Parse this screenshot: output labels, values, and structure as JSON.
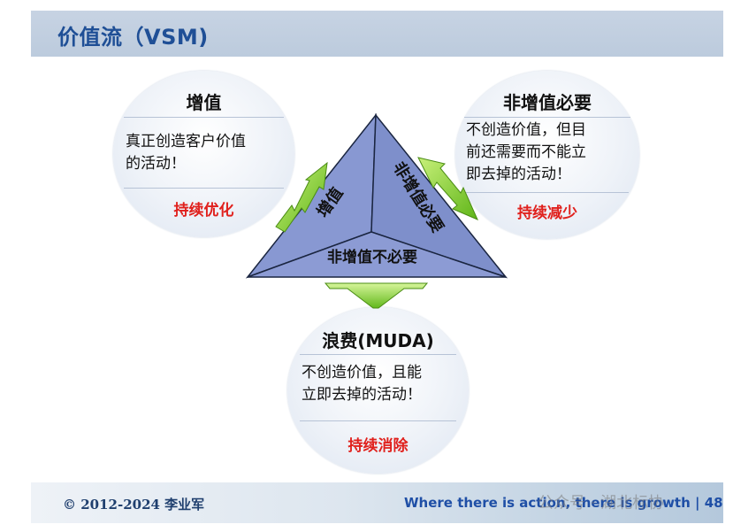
{
  "title": "价值流（VSM)",
  "triangle": {
    "left_face": "增值",
    "right_face": "非增值必要",
    "bottom_face": "非增值不必要",
    "color": "#8395d0"
  },
  "circles": {
    "value_add": {
      "title": "增值",
      "body": [
        "真正创造客户价值",
        "的活动！"
      ],
      "action": "持续优化"
    },
    "non_value_necessary": {
      "title": "非增值必要",
      "body": [
        "不创造价值，但目",
        "前还需要而不能立",
        "即去掉的活动！"
      ],
      "action": "持续减少"
    },
    "waste": {
      "title": "浪费(MUDA)",
      "body": [
        "不创造价值，且能",
        "立即去掉的活动！"
      ],
      "action": "持续消除"
    }
  },
  "footer": {
    "copyright": "© 2012-2024 李业军",
    "slogan": "Where there is action, there is growth",
    "page": "48"
  },
  "watermark": "公众号 · 湖北标协",
  "colors": {
    "title": "#1f4f96",
    "action": "#e0201c",
    "arrow": "#7ed321"
  }
}
